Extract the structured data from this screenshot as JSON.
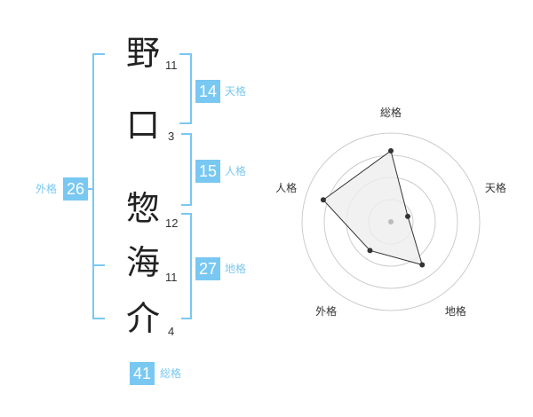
{
  "name": {
    "chars": [
      {
        "char": "野",
        "strokes": "11"
      },
      {
        "char": "口",
        "strokes": "3"
      },
      {
        "char": "惣",
        "strokes": "12"
      },
      {
        "char": "海",
        "strokes": "11"
      },
      {
        "char": "介",
        "strokes": "4"
      }
    ]
  },
  "kaku": {
    "tenkaku": {
      "label": "天格",
      "value": "14"
    },
    "jinkaku": {
      "label": "人格",
      "value": "15"
    },
    "chikaku": {
      "label": "地格",
      "value": "27"
    },
    "gaikaku": {
      "label": "外格",
      "value": "26"
    },
    "soukaku": {
      "label": "総格",
      "value": "41"
    }
  },
  "chart_data": {
    "type": "radar",
    "axes": [
      "総格",
      "天格",
      "地格",
      "外格",
      "人格"
    ],
    "values": [
      0.8,
      0.2,
      0.6,
      0.4,
      0.8
    ],
    "max": 1,
    "rings": 4,
    "colors": {
      "fill": "#eeeeee",
      "line": "#333333",
      "ring": "#cccccc",
      "center": "#bbbbbb"
    }
  },
  "colors": {
    "accent": "#79c8f2",
    "text": "#222222"
  }
}
